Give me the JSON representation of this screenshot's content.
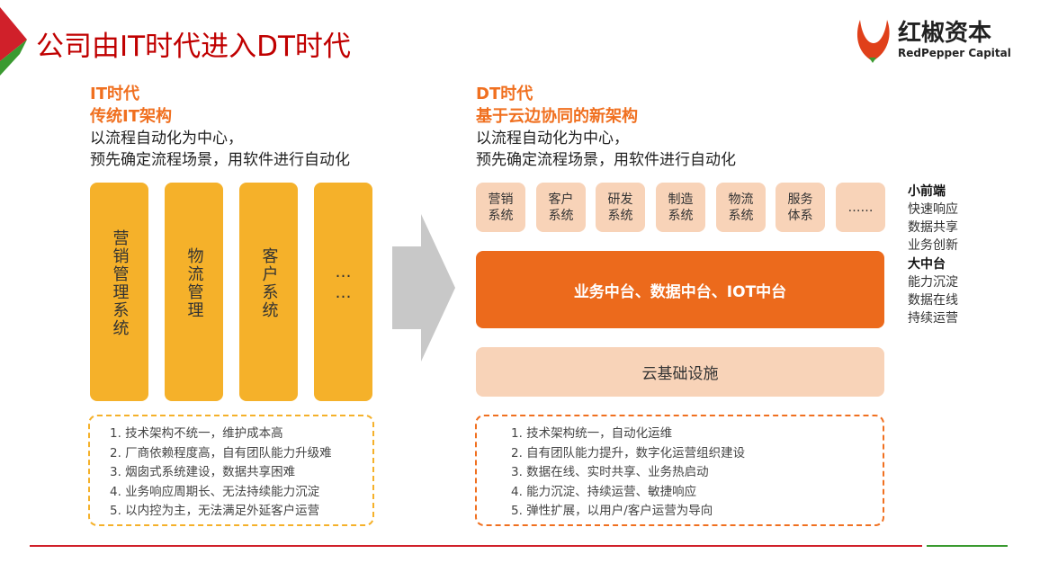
{
  "title": "公司由IT时代进入DT时代",
  "logo": {
    "cn": "红椒资本",
    "en": "RedPepper Capital"
  },
  "left": {
    "era": "IT时代",
    "heading": "传统IT架构",
    "desc1": "以流程自动化为中心，",
    "desc2": "预先确定流程场景，用软件进行自动化",
    "columns": [
      "营销管理系统",
      "物流管理",
      "客户系统",
      "……"
    ],
    "issues": [
      "1. 技术架构不统一，维护成本高",
      "2. 厂商依赖程度高，自有团队能力升级难",
      "3. 烟囱式系统建设，数据共享困难",
      "4. 业务响应周期长、无法持续能力沉淀",
      "5. 以内控为主，无法满足外延客户运营"
    ]
  },
  "right": {
    "era": "DT时代",
    "heading": "基于云边协同的新架构",
    "desc1": "以流程自动化为中心，",
    "desc2": "预先确定流程场景，用软件进行自动化",
    "front_systems": [
      "营销系统",
      "客户系统",
      "研发系统",
      "制造系统",
      "物流系统",
      "服务体系",
      "……"
    ],
    "middle": "业务中台、数据中台、IOT中台",
    "infra": "云基础设施",
    "benefits": [
      "1. 技术架构统一，自动化运维",
      "2. 自有团队能力提升，数字化运营组织建设",
      "3. 数据在线、实时共享、业务热启动",
      "4. 能力沉淀、持续运营、敏捷响应",
      "5. 弹性扩展，以用户/客户运营为导向"
    ]
  },
  "side": {
    "front_title": "小前端",
    "front_items": [
      "快速响应",
      "数据共享",
      "业务创新"
    ],
    "mid_title": "大中台",
    "mid_items": [
      "能力沉淀",
      "数据在线",
      "持续运营"
    ]
  },
  "colors": {
    "title": "#c00000",
    "orange": "#f07020",
    "yellow": "#f5b12a",
    "peach": "#f8d3b8",
    "band": "#ec6a1c"
  }
}
